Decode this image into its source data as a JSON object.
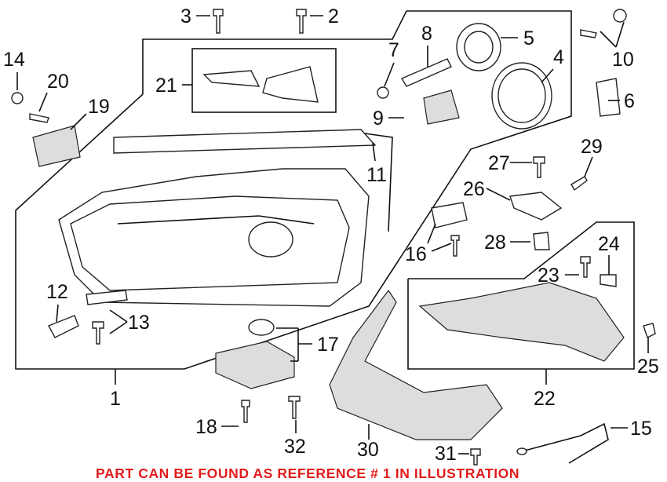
{
  "callouts": {
    "c1": "1",
    "c2": "2",
    "c3": "3",
    "c4": "4",
    "c5": "5",
    "c6": "6",
    "c7": "7",
    "c8": "8",
    "c9": "9",
    "c10": "10",
    "c11": "11",
    "c12": "12",
    "c13": "13",
    "c14": "14",
    "c15": "15",
    "c16": "16",
    "c17": "17",
    "c18": "18",
    "c19": "19",
    "c20": "20",
    "c21": "21",
    "c22": "22",
    "c23": "23",
    "c24": "24",
    "c25": "25",
    "c26": "26",
    "c27": "27",
    "c28": "28",
    "c29": "29",
    "c30": "30",
    "c31": "31",
    "c32": "32"
  },
  "note": "PART CAN BE FOUND AS REFERENCE # 1 IN ILLUSTRATION",
  "colors": {
    "note": "#e21b1b",
    "lines": "#111111"
  }
}
